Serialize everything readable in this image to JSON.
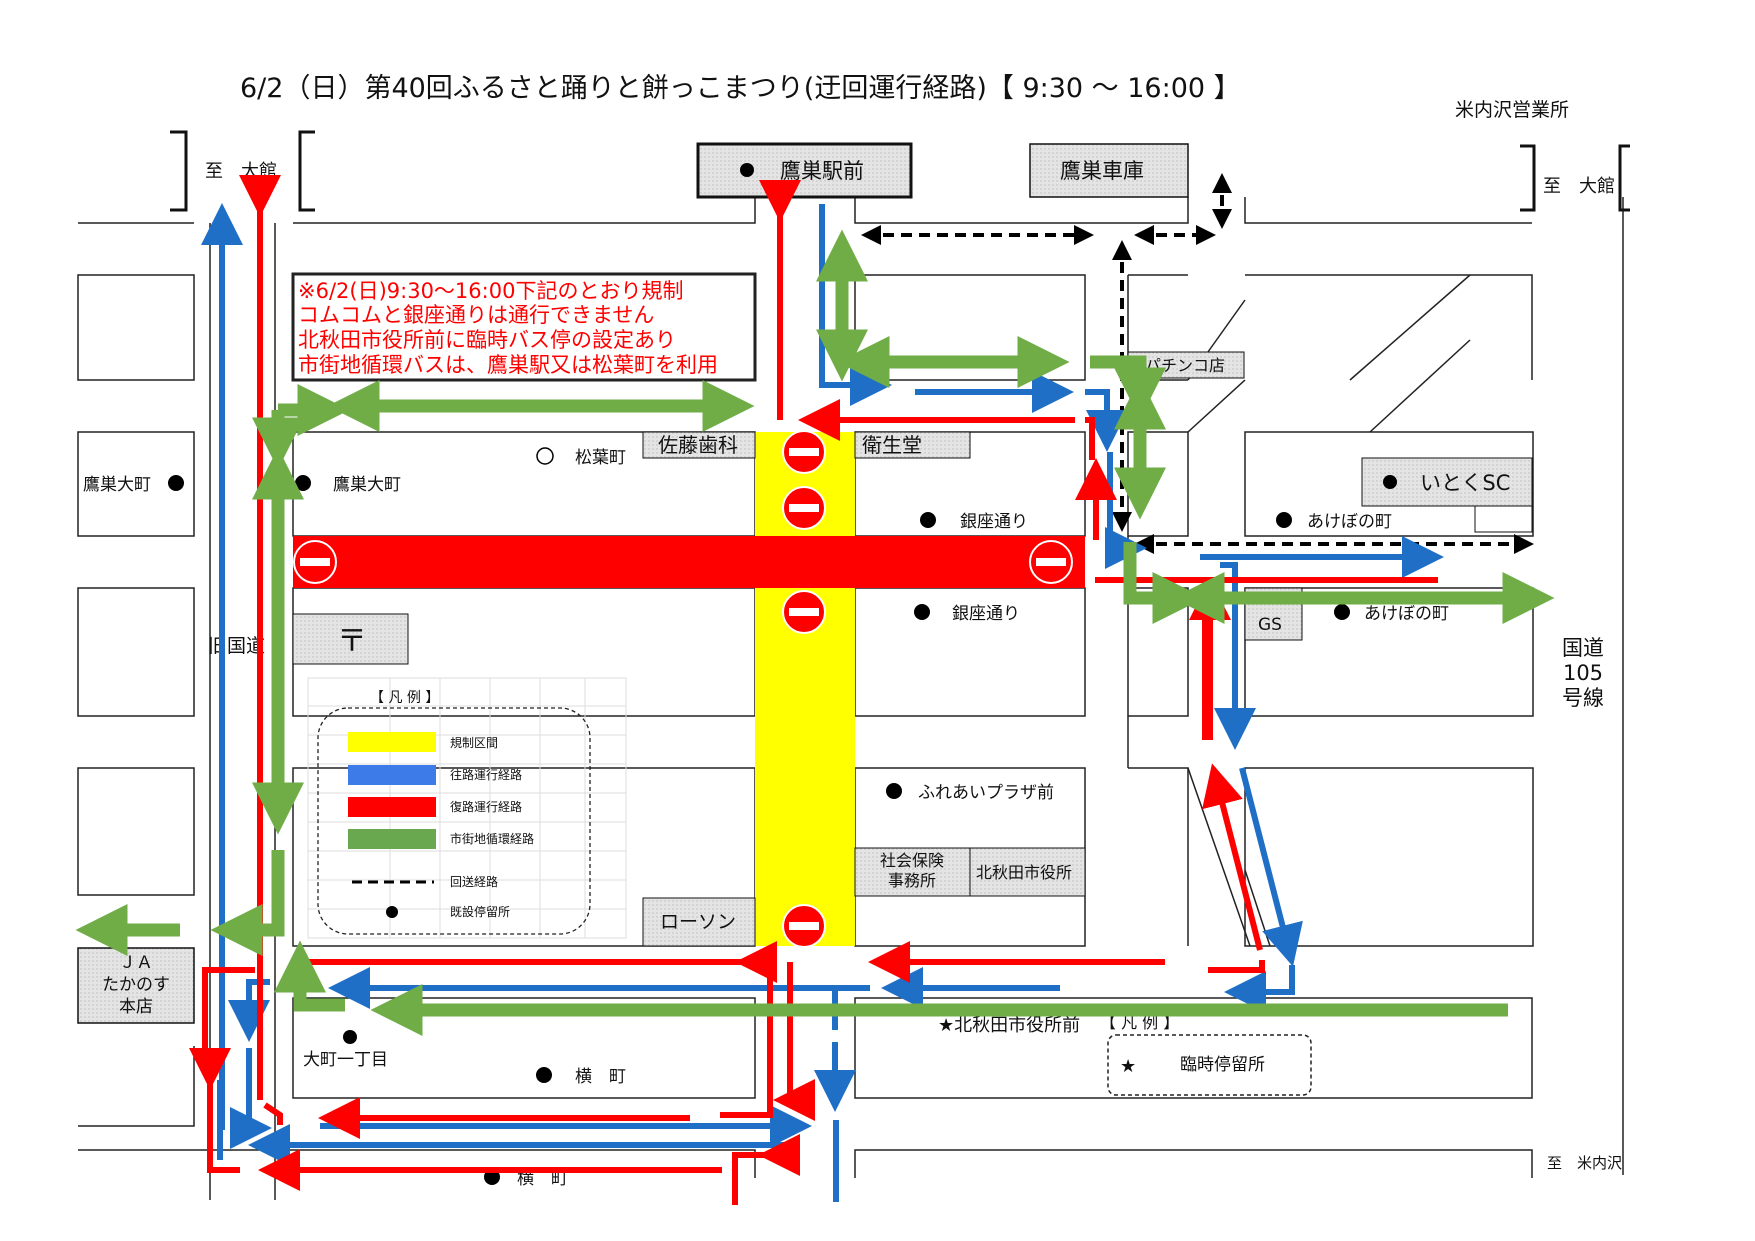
{
  "title": "6/2（日）第40回ふるさと踊りと餅っこまつり(迂回運行経路)【 9:30 ～ 16:00 】",
  "office": "米内沢営業所",
  "directions": {
    "to_odate_left": "至　大館",
    "to_odate_right": "至　大館",
    "to_yonaizawa": "至　米内沢"
  },
  "notice": {
    "lines": [
      "※6/2(日)9:30～16:00下記のとおり規制",
      "コムコムと銀座通りは通行できません",
      "北秋田市役所前に臨時バス停の設定あり",
      "市街地循環バスは、鷹巣駅又は松葉町を利用"
    ]
  },
  "places": {
    "takanosu_station": "鷹巣駅前",
    "takanosu_depot": "鷹巣車庫",
    "pachinko": "パチンコ店",
    "sato_dental": "佐藤歯科",
    "eiseido": "衛生堂",
    "itoku_sc": "いとくSC",
    "gs": "GS",
    "post_office": "〒",
    "lawson": "ローソン",
    "shaho": "社会保険\n事務所",
    "city_hall": "北秋田市役所",
    "ja": "ＪＡ\nたかのす\n本店",
    "old_route": "旧国道",
    "route105": "国道\n105\n号線"
  },
  "stops": {
    "takanosu_omachi_left": "鷹巣大町",
    "takanosu_omachi": "鷹巣大町",
    "matsubacho": "松葉町",
    "ginza_1": "銀座通り",
    "ginza_2": "銀座通り",
    "akebono_1": "あけぼの町",
    "akebono_2": "あけぼの町",
    "fureai": "ふれあいプラザ前",
    "omachi_1": "大町一丁目",
    "yokomachi_1": "横　町",
    "yokomachi_2": "横　町",
    "city_hall_temp": "★北秋田市役所前"
  },
  "legend": {
    "title": "【 凡 例 】",
    "items": [
      {
        "label": "規制区間",
        "color": "#ffff00",
        "style": "bar"
      },
      {
        "label": "往路運行経路",
        "color": "#3d7be8",
        "style": "bar"
      },
      {
        "label": "復路運行経路",
        "color": "#ff0000",
        "style": "bar"
      },
      {
        "label": "市街地循環経路",
        "color": "#6aa84f",
        "style": "bar"
      },
      {
        "label": "回送経路",
        "color": "#000000",
        "style": "dash"
      },
      {
        "label": "既設停留所",
        "color": "#000000",
        "style": "dot"
      }
    ]
  },
  "legend2": {
    "title": "【 凡 例 】",
    "item": "臨時停留所",
    "symbol": "★"
  },
  "colors": {
    "restricted": "#ffff00",
    "closed_road": "#ff0000",
    "outbound": "#1f6fc7",
    "return": "#ff0000",
    "loop": "#70ad47",
    "forwarding": "#000000"
  }
}
